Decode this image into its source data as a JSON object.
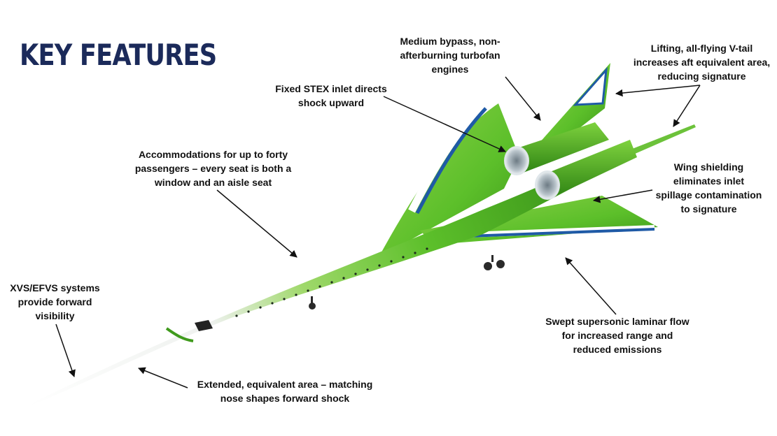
{
  "title": "KEY FEATURES",
  "colors": {
    "title": "#1b2a5a",
    "green": "#5cbf2a",
    "green_dark": "#3f9a1c",
    "stripe_blue": "#1f5aa6",
    "nose_white": "#f2f3f4"
  },
  "callouts": {
    "engines": "Medium bypass, non-\nafterburning turbofan\nengines",
    "vtail": "Lifting, all-flying V-tail\nincreases aft equivalent area,\nreducing signature",
    "inlet": "Fixed STEX inlet directs\nshock upward",
    "cabin": "Accommodations for up to forty\npassengers – every seat is both a\nwindow and an aisle seat",
    "shielding": "Wing shielding\neliminates inlet\nspillage contamination\nto signature",
    "vision": "XVS/EFVS systems\nprovide forward\nvisibility",
    "laminar": "Swept supersonic laminar flow\nfor increased range and\nreduced emissions",
    "nose": "Extended, equivalent area – matching\nnose shapes forward shock"
  }
}
